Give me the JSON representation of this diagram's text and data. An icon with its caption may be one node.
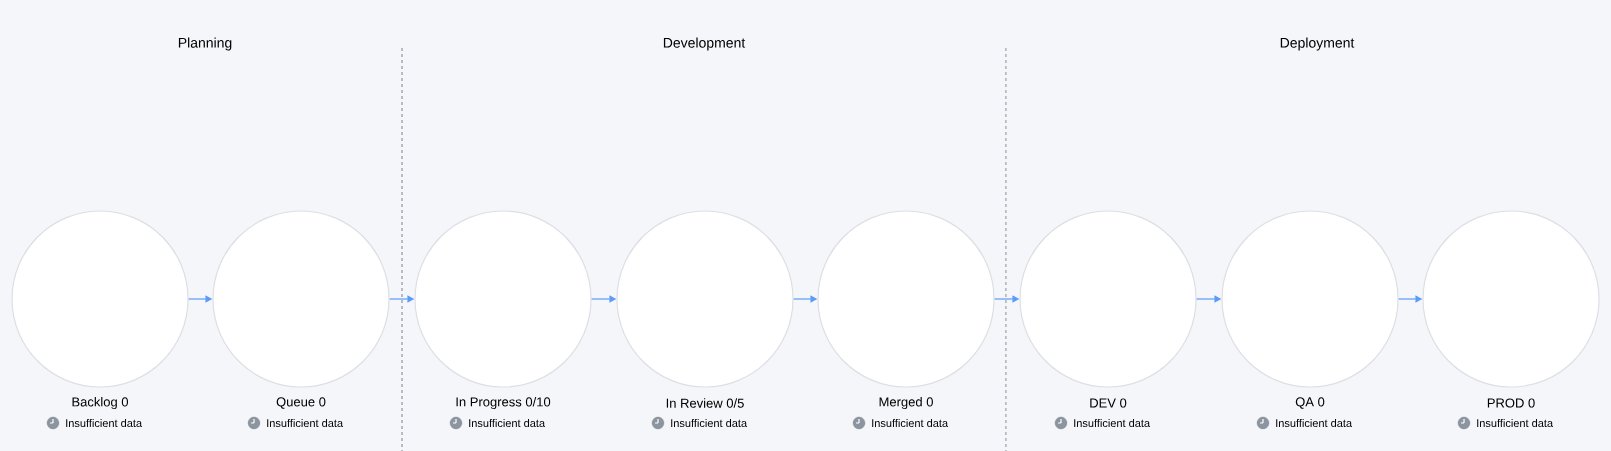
{
  "diagram": {
    "nodes": [
      {
        "text": [],
        "shape": "circle",
        "beside": [
          "Backlog 0",
          "Insufficient data"
        ]
      },
      {
        "text": [],
        "shape": "circle",
        "beside": [
          "Queue 0",
          "Insufficient data"
        ]
      },
      {
        "text": [],
        "shape": "circle",
        "beside": [
          "In Progress 0/10",
          "Insufficient data"
        ]
      },
      {
        "text": [],
        "shape": "circle",
        "beside": [
          "In Review 0/5",
          "Insufficient data"
        ]
      },
      {
        "text": [],
        "shape": "circle",
        "beside": [
          "Merged 0",
          "Insufficient data"
        ]
      },
      {
        "text": [],
        "shape": "circle",
        "beside": [
          "DEV 0",
          "Insufficient data"
        ]
      },
      {
        "text": [],
        "shape": "circle",
        "beside": [
          "QA 0",
          "Insufficient data"
        ]
      },
      {
        "text": [],
        "shape": "circle",
        "beside": [
          "PROD 0",
          "Insufficient data"
        ]
      }
    ],
    "edges": [
      {
        "from": 0,
        "to": 1,
        "arrow": "to"
      },
      {
        "from": 1,
        "to": 2,
        "arrow": "to"
      },
      {
        "from": 2,
        "to": 3,
        "arrow": "to"
      },
      {
        "from": 3,
        "to": 4,
        "arrow": "to"
      },
      {
        "from": 4,
        "to": 5,
        "arrow": "to"
      },
      {
        "from": 5,
        "to": 6,
        "arrow": "to"
      },
      {
        "from": 6,
        "to": 7,
        "arrow": "to"
      }
    ],
    "labels": [
      "Planning",
      "Development",
      "Deployment"
    ]
  }
}
